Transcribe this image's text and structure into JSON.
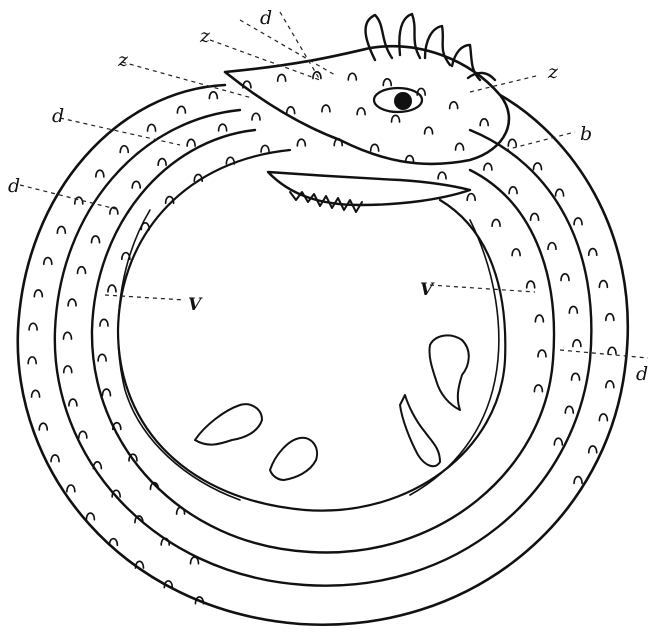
{
  "figure": {
    "labels": {
      "d_upper": "d",
      "d_left": "d",
      "d_right": "d",
      "d_top": "d",
      "z_top": "z",
      "z_upper": "z",
      "z_head": "z",
      "b_right": "b",
      "v_left": "V",
      "v_right": "V"
    }
  }
}
